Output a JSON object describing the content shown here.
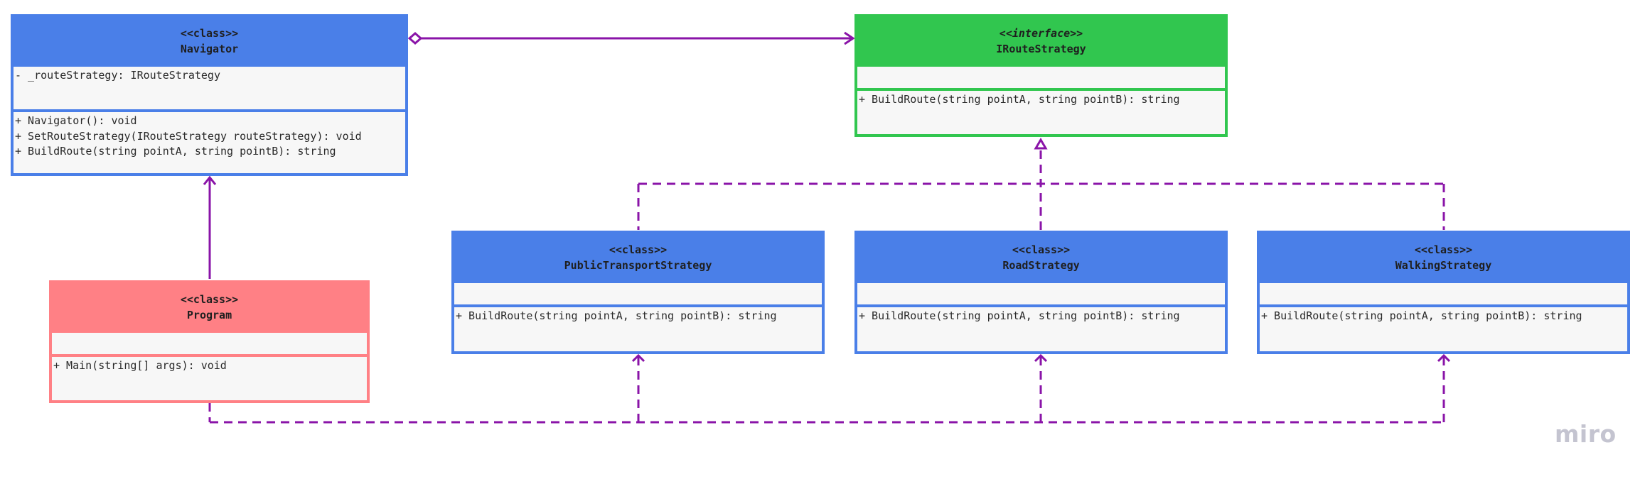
{
  "colors": {
    "class_blue": "#4a7fe8",
    "interface_green": "#31c64f",
    "program_red": "#ff8085",
    "connector_purple": "#8a14a8",
    "compartment_bg": "#f7f7f7"
  },
  "classes": {
    "navigator": {
      "stereotype": "<<class>>",
      "name": "Navigator",
      "attributes": [
        "- _routeStrategy: IRouteStrategy"
      ],
      "methods": [
        "+ Navigator(): void",
        "+ SetRouteStrategy(IRouteStrategy routeStrategy): void",
        "+ BuildRoute(string pointA, string pointB): string"
      ]
    },
    "iroutestrategy": {
      "stereotype": "<<interface>>",
      "name": "IRouteStrategy",
      "attributes": [],
      "methods": [
        "+ BuildRoute(string pointA, string pointB): string"
      ]
    },
    "program": {
      "stereotype": "<<class>>",
      "name": "Program",
      "attributes": [],
      "methods": [
        "+ Main(string[] args): void"
      ]
    },
    "publictransport": {
      "stereotype": "<<class>>",
      "name": "PublicTransportStrategy",
      "attributes": [],
      "methods": [
        "+ BuildRoute(string pointA, string pointB): string"
      ]
    },
    "road": {
      "stereotype": "<<class>>",
      "name": "RoadStrategy",
      "attributes": [],
      "methods": [
        "+ BuildRoute(string pointA, string pointB): string"
      ]
    },
    "walking": {
      "stereotype": "<<class>>",
      "name": "WalkingStrategy",
      "attributes": [],
      "methods": [
        "+ BuildRoute(string pointA, string pointB): string"
      ]
    }
  },
  "relationships": [
    {
      "type": "aggregation",
      "from": "Navigator",
      "to": "IRouteStrategy"
    },
    {
      "type": "association",
      "from": "Program",
      "to": "Navigator"
    },
    {
      "type": "realization",
      "from": "PublicTransportStrategy",
      "to": "IRouteStrategy"
    },
    {
      "type": "realization",
      "from": "RoadStrategy",
      "to": "IRouteStrategy"
    },
    {
      "type": "realization",
      "from": "WalkingStrategy",
      "to": "IRouteStrategy"
    },
    {
      "type": "dependency",
      "from": "Program",
      "to": "PublicTransportStrategy"
    },
    {
      "type": "dependency",
      "from": "Program",
      "to": "RoadStrategy"
    },
    {
      "type": "dependency",
      "from": "Program",
      "to": "WalkingStrategy"
    }
  ],
  "brand": "miro"
}
